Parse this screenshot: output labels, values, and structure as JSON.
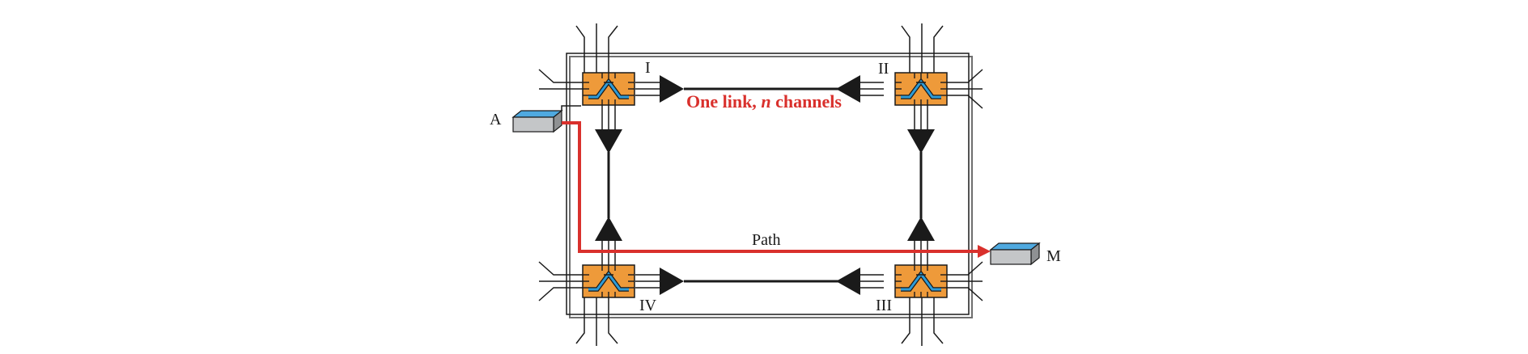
{
  "nodes": {
    "I": "I",
    "II": "II",
    "III": "III",
    "IV": "IV"
  },
  "endpoints": {
    "A": "A",
    "M": "M"
  },
  "annotations": {
    "link_prefix": "One link, ",
    "link_var": "n",
    "link_suffix": " channels",
    "path": "Path"
  },
  "colors": {
    "switch_fill": "#EE9A3A",
    "switch_icon": "#2E9BD6",
    "path": "#D9302C",
    "device_top": "#4FA9E0",
    "device_front": "#C4C6C8"
  }
}
